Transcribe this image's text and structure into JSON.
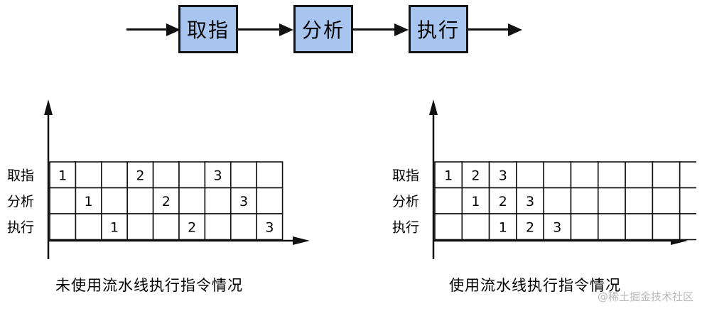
{
  "pipeline": {
    "stages": [
      "取指",
      "分析",
      "执行"
    ]
  },
  "left_chart": {
    "rows": [
      {
        "label": "取指",
        "cells": [
          "1",
          "",
          "",
          "2",
          "",
          "",
          "3",
          "",
          ""
        ]
      },
      {
        "label": "分析",
        "cells": [
          "",
          "1",
          "",
          "",
          "2",
          "",
          "",
          "3",
          ""
        ]
      },
      {
        "label": "执行",
        "cells": [
          "",
          "",
          "1",
          "",
          "",
          "2",
          "",
          "",
          "3"
        ]
      }
    ],
    "caption": "未使用流水线执行指令情况"
  },
  "right_chart": {
    "rows": [
      {
        "label": "取指",
        "cells": [
          "1",
          "2",
          "3",
          "",
          "",
          "",
          "",
          "",
          "",
          ""
        ]
      },
      {
        "label": "分析",
        "cells": [
          "",
          "1",
          "2",
          "3",
          "",
          "",
          "",
          "",
          "",
          ""
        ]
      },
      {
        "label": "执行",
        "cells": [
          "",
          "",
          "1",
          "2",
          "3",
          "",
          "",
          "",
          "",
          ""
        ]
      }
    ],
    "caption": "使用流水线执行指令情况"
  },
  "watermark": "@稀土掘金技术社区",
  "colors": {
    "stage_fill": "#a7c5ee",
    "stroke": "#111111",
    "watermark": "#b9b9b9"
  }
}
